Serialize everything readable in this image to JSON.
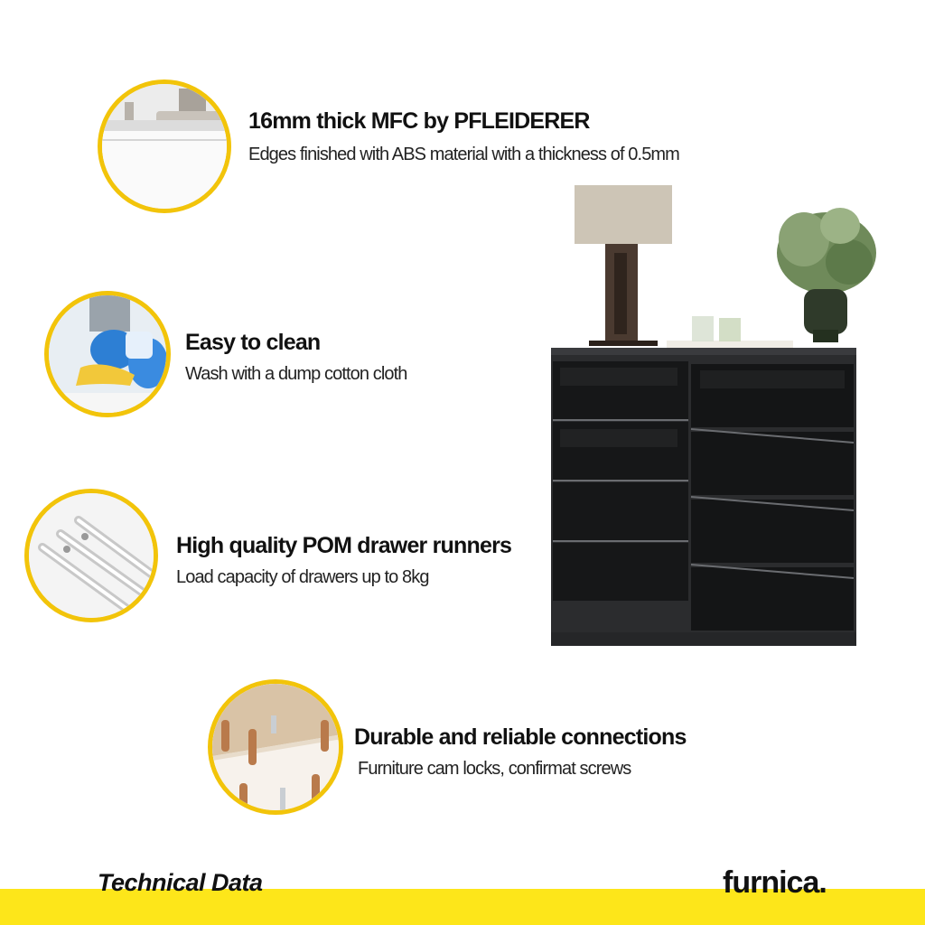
{
  "features": [
    {
      "icon": "mfc-board-edge-photo",
      "title": "16mm thick MFC  by PFLEIDERER",
      "description": "Edges  finished with ABS material with a thickness of 0.5mm"
    },
    {
      "icon": "cleaning-gloves-photo",
      "title": "Easy to clean",
      "description": "Wash with a dump cotton cloth"
    },
    {
      "icon": "drawer-runners-photo",
      "title": "High quality POM drawer runners",
      "description": "Load capacity of drawers up to 8kg"
    },
    {
      "icon": "wooden-dowels-photo",
      "title": "Durable and reliable connections",
      "description": "Furniture cam locks, confirmat screws"
    }
  ],
  "footer": {
    "label": "Technical Data",
    "brand": "furnica."
  },
  "colors": {
    "accent": "#f2c40a",
    "footer_bar": "#fde61a",
    "dresser": "#2b2c2e"
  }
}
